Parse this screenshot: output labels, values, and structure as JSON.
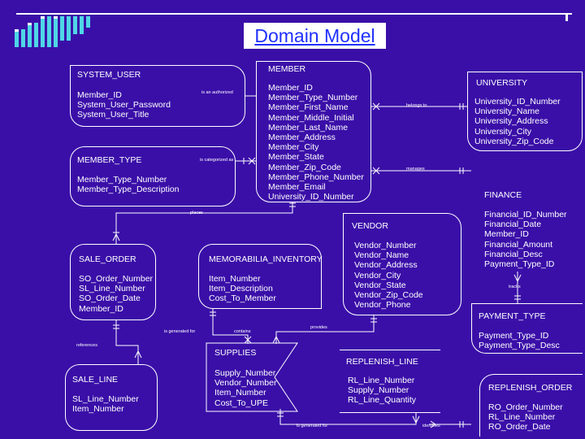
{
  "title": "Domain Model",
  "colors": {
    "background": "#3a0fa8",
    "title_text": "#2030ff",
    "line": "#ffffff"
  },
  "entities": {
    "system_user": {
      "name": "SYSTEM_USER",
      "attributes": [
        "Member_ID",
        "System_User_Password",
        "System_User_Title"
      ]
    },
    "member_type": {
      "name": "MEMBER_TYPE",
      "attributes": [
        "Member_Type_Number",
        "Member_Type_Description"
      ]
    },
    "member": {
      "name": "MEMBER",
      "attributes": [
        "Member_ID",
        "Member_Type_Number",
        "Member_First_Name",
        "Member_Middle_Initial",
        "Member_Last_Name",
        "Member_Address",
        "Member_City",
        "Member_State",
        "Member_Zip_Code",
        "Member_Phone_Number",
        "Member_Email",
        "University_ID_Number"
      ]
    },
    "university": {
      "name": "UNIVERSITY",
      "attributes": [
        "University_ID_Number",
        "University_Name",
        "University_Address",
        "University_City",
        "University_Zip_Code"
      ]
    },
    "finance": {
      "name": "FINANCE",
      "attributes": [
        "Financial_ID_Number",
        "Financial_Date",
        "Member_ID",
        "Financial_Amount",
        "Financial_Desc",
        "Payment_Type_ID"
      ]
    },
    "vendor": {
      "name": "VENDOR",
      "attributes": [
        "Vendor_Number",
        "Vendor_Name",
        "Vendor_Address",
        "Vendor_City",
        "Vendor_State",
        "Vendor_Zip_Code",
        "Vendor_Phone"
      ]
    },
    "sale_order": {
      "name": "SALE_ORDER",
      "attributes": [
        "SO_Order_Number",
        "SL_Line_Number",
        "SO_Order_Date",
        "Member_ID"
      ]
    },
    "memorabilia_inventory": {
      "name": "MEMORABILIA_INVENTORY",
      "attributes": [
        "Item_Number",
        "Item_Description",
        "Cost_To_Member"
      ]
    },
    "payment_type": {
      "name": "PAYMENT_TYPE",
      "attributes": [
        "Payment_Type_ID",
        "Payment_Type_Desc"
      ]
    },
    "supplies": {
      "name": "SUPPLIES",
      "attributes": [
        "Supply_Number",
        "Vendor_Number",
        "Item_Number",
        "Cost_To_UPE"
      ]
    },
    "sale_line": {
      "name": "SALE_LINE",
      "attributes": [
        "SL_Line_Number",
        "Item_Number"
      ]
    },
    "replenish_line": {
      "name": "REPLENISH_LINE",
      "attributes": [
        "RL_Line_Number",
        "Supply_Number",
        "RL_Line_Quantity"
      ]
    },
    "replenish_order": {
      "name": "REPLENISH_ORDER",
      "attributes": [
        "RO_Order_Number",
        "RL_Line_Number",
        "RO_Order_Date"
      ]
    }
  },
  "relationships": {
    "is_authorized": "is an authorized",
    "belongs_to": "belongs to",
    "is_categorized_as": "is categorized as",
    "manages": "manages",
    "places": "places",
    "tracks": "tracks",
    "is_generated_for_inventory": "is generated for",
    "contains": "contains",
    "references": "references",
    "provides": "provides",
    "is_generated_for_supplies": "is generated for",
    "identifies": "identifies"
  }
}
